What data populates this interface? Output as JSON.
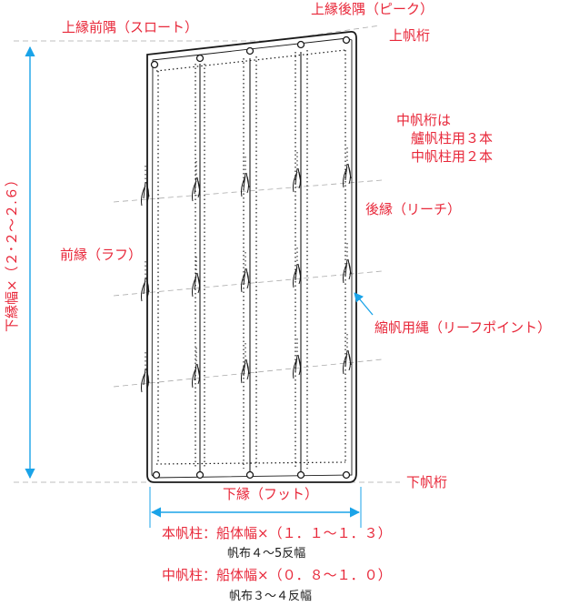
{
  "labels": {
    "throat": "上縁前隅（スロート）",
    "peak": "上縁後隅（ピーク）",
    "upper_yard": "上帆桁",
    "middle_yard_1": "中帆桁は",
    "middle_yard_2": "艫帆柱用３本",
    "middle_yard_3": "中帆柱用２本",
    "leech": "後縁（リーチ）",
    "luff": "前縁（ラフ）",
    "reef_point": "縮帆用縄（リーフポイント）",
    "lower_yard": "下帆桁",
    "foot": "下縁（フット）",
    "height_dim": "下縁幅×（２･２〜２.６）",
    "main_mast": "本帆柱：船体幅×（１．１〜１．３）",
    "main_cloth": "帆布４〜5反幅",
    "mid_mast": "中帆柱：船体幅×（０．８〜１．０）",
    "mid_cloth": "帆布３〜４反幅"
  },
  "colors": {
    "label_red": "#e8283a",
    "dimension_blue": "#1aa3e8",
    "ink": "#1a1a1a"
  }
}
